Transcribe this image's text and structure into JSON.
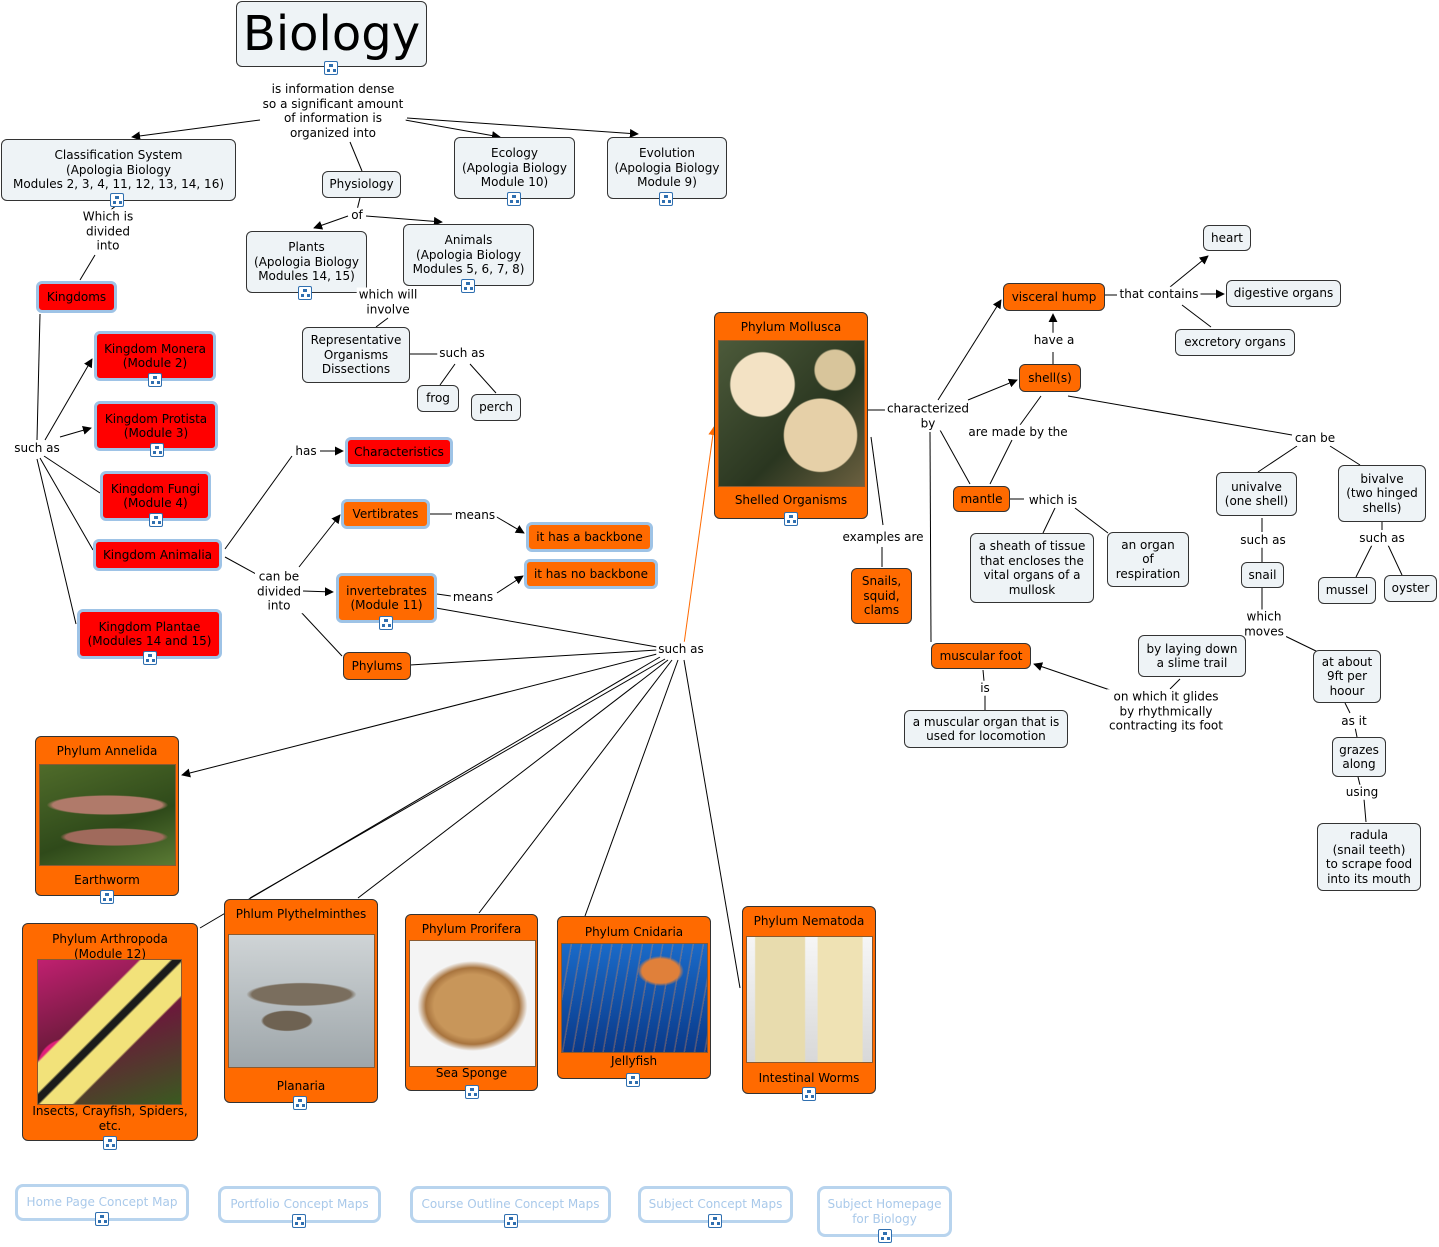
{
  "map": {
    "root": "Biology",
    "root_link": "is information dense\nso a significant amount\nof information is\norganized into",
    "classification": "Classification System\n(Apologia Biology\nModules 2, 3, 4, 11, 12, 13, 14, 16)",
    "physiology": "Physiology",
    "ecology": "Ecology\n(Apologia Biology\nModule 10)",
    "evolution": "Evolution\n(Apologia Biology\nModule 9)",
    "which_divided": "Which is\ndivided\ninto",
    "of": "of",
    "plants": "Plants\n(Apologia Biology\nModules 14, 15)",
    "animals": "Animals\n(Apologia Biology\nModules 5, 6, 7, 8)",
    "which_will_involve": "which will\ninvolve",
    "rep_organisms": "Representative\nOrganisms\nDissections",
    "such_as_1": "such as",
    "frog": "frog",
    "perch": "perch",
    "kingdoms": "Kingdoms",
    "such_as_2": "such as",
    "monera": "Kingdom Monera\n(Module 2)",
    "protista": "Kingdom Protista\n(Module 3)",
    "fungi": "Kingdom Fungi\n(Module 4)",
    "animalia": "Kingdom Animalia",
    "plantae": "Kingdom Plantae\n(Modules 14 and 15)",
    "has": "has",
    "characteristics": "Characteristics",
    "can_be_divided": "can be\ndivided\ninto",
    "vertibrates": "Vertibrates",
    "means_1": "means",
    "backbone": "it has a backbone",
    "invertebrates": "invertebrates\n(Module 11)",
    "means_2": "means",
    "no_backbone": "it has no backbone",
    "phylums": "Phylums",
    "such_as_3": "such as",
    "mollusca": "Phylum Mollusca",
    "mollusca_cap": "Shelled Organisms",
    "annelida": "Phylum Annelida",
    "annelida_cap": "Earthworm",
    "arthropoda": "Phylum Arthropoda\n(Module 12)",
    "arthropoda_cap": "Insects, Crayfish, Spiders,\netc.",
    "plythelminthes": "Phlum Plythelminthes",
    "plythelminthes_cap": "Planaria",
    "prorifera": "Phylum Prorifera",
    "prorifera_cap": "Sea Sponge",
    "cnidaria": "Phylum Cnidaria",
    "cnidaria_cap": "Jellyfish",
    "nematoda": "Phylum Nematoda",
    "nematoda_cap": "Intestinal Worms",
    "characterized_by": "characterized\nby",
    "examples_are": "examples are",
    "snails": "Snails,\nsquid,\nclams",
    "visceral_hump": "visceral hump",
    "that_contains": "that contains",
    "heart": "heart",
    "digestive": "digestive organs",
    "excretory": "excretory organs",
    "have_a": "have a",
    "shells": "shell(s)",
    "made_by": "are made by the",
    "mantle": "mantle",
    "which_is": "which is",
    "sheath": "a sheath of tissue\nthat encloses the\nvital organs of a\nmullosk",
    "organ_resp": "an organ\nof\nrespiration",
    "can_be": "can be",
    "univalve": "univalve\n(one shell)",
    "bivalve": "bivalve\n(two hinged\nshells)",
    "such_as_4": "such as",
    "snail": "snail",
    "such_as_5": "such as",
    "mussel": "mussel",
    "oyster": "oyster",
    "which_moves": "which\nmoves",
    "slime": "by laying down\na slime trail",
    "nine_ft": "at about\n9ft per\nhoour",
    "as_it": "as it",
    "grazes": "grazes\nalong",
    "using": "using",
    "radula": "radula\n(snail teeth)\nto scrape food\ninto its mouth",
    "muscular_foot": "muscular foot",
    "is": "is",
    "muscular_organ": "a muscular organ that is\nused for locomotion",
    "glides": "on which it glides\nby rhythmically\ncontracting its foot"
  },
  "nav": {
    "home": "Home Page Concept Map",
    "portfolio": "Portfolio Concept Maps",
    "course": "Course Outline Concept Maps",
    "subject": "Subject Concept Maps",
    "homepage": "Subject Homepage\nfor Biology"
  },
  "icons": [
    "concept-map-link-icon"
  ],
  "colors": {
    "node_fill": "#eef3f6",
    "kingdom_red": "#ff0000",
    "phylum_orange": "#ff6a00",
    "highlight_border": "#9ec3e6",
    "nav_text": "#a9c9ea"
  }
}
